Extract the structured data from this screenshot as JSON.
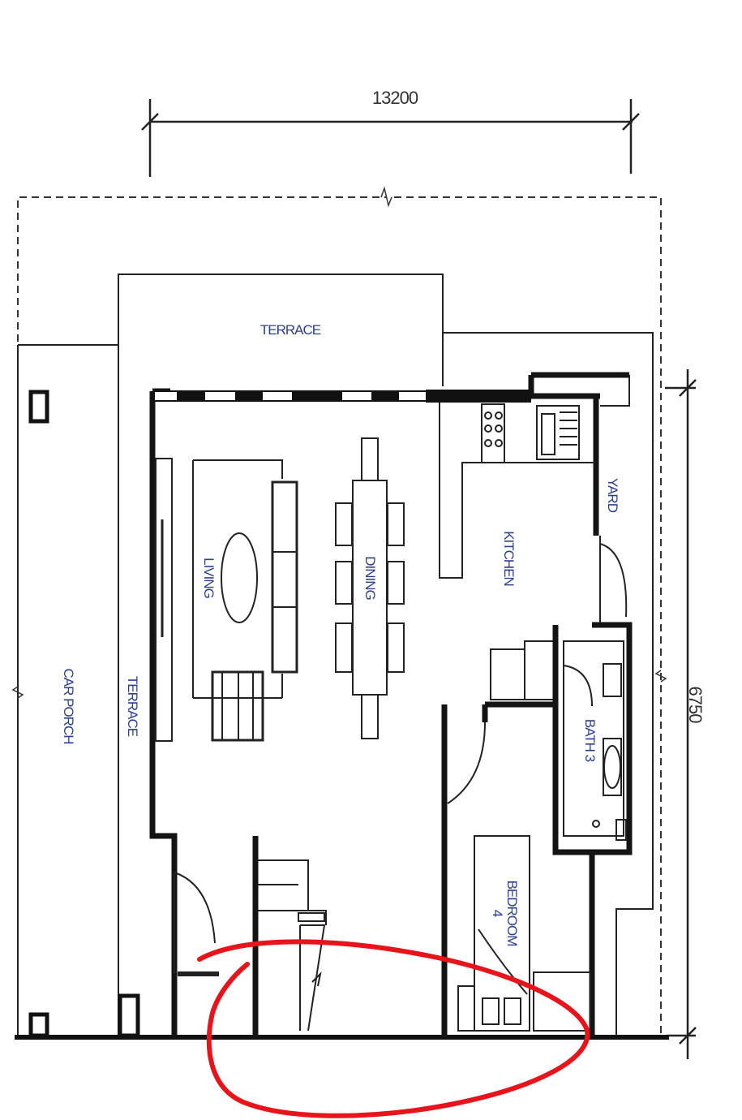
{
  "dimensions": {
    "width": "13200",
    "depth": "6750"
  },
  "rooms": {
    "terrace_top": "TERRACE",
    "terrace_side": "TERRACE",
    "car_porch": "CAR PORCH",
    "living": "LIVING",
    "dining": "DINING",
    "kitchen": "KITCHEN",
    "yard": "YARD",
    "bath": "BATH 3",
    "bedroom_line1": "BEDROOM",
    "bedroom_line2": "4"
  },
  "colors": {
    "wall": "#1a1a1a",
    "label": "#2b3f8c",
    "annotation": "#e8141c"
  }
}
